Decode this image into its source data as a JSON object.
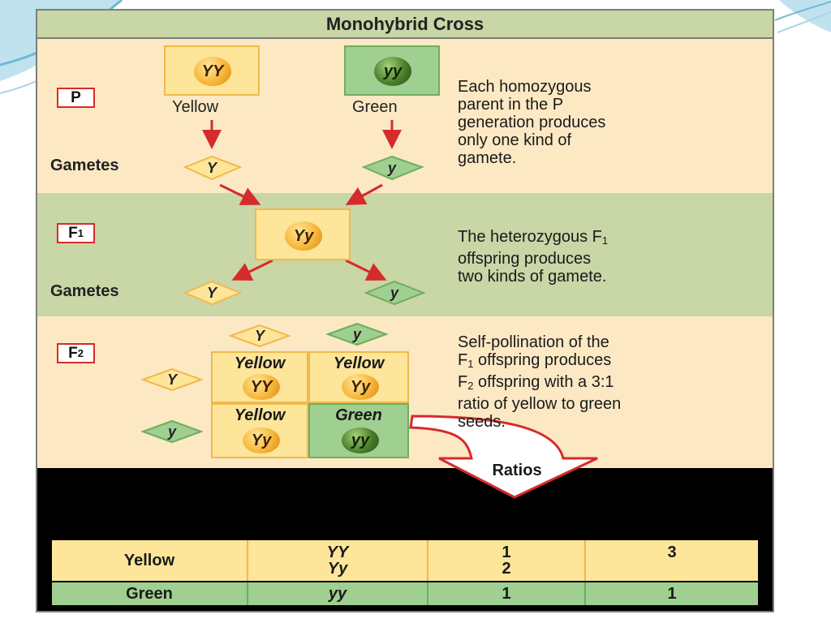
{
  "title": "Monohybrid Cross",
  "generations": {
    "p": "P",
    "f1": "F",
    "f1_sub": "1",
    "f2": "F",
    "f2_sub": "2"
  },
  "p": {
    "yellow_genotype": "YY",
    "yellow_label": "Yellow",
    "green_genotype": "yy",
    "green_label": "Green",
    "gametes_label": "Gametes",
    "gamete_yellow": "Y",
    "gamete_green": "y",
    "description": [
      "Each homozygous",
      "parent in the P",
      "generation produces",
      "only one kind of",
      "gamete."
    ]
  },
  "f1": {
    "genotype": "Yy",
    "gametes_label": "Gametes",
    "gamete_yellow": "Y",
    "gamete_green": "y",
    "description_pre": "The heterozygous F",
    "description_sub": "1",
    "description_lines": [
      "offspring produces",
      "two kinds of gamete."
    ]
  },
  "f2": {
    "top_yellow": "Y",
    "top_green": "y",
    "left_yellow": "Y",
    "left_green": "y",
    "cells": [
      {
        "name": "Yellow",
        "genotype": "YY",
        "color": "yellow"
      },
      {
        "name": "Yellow",
        "genotype": "Yy",
        "color": "yellow"
      },
      {
        "name": "Yellow",
        "genotype": "Yy",
        "color": "yellow"
      },
      {
        "name": "Green",
        "genotype": "yy",
        "color": "green"
      }
    ],
    "description_line1": "Self-pollination of the",
    "line2_pre": "F",
    "line2_sub": "1",
    "line2_post": " offspring produces",
    "line3_pre": "F",
    "line3_sub": "2",
    "line3_post": " offspring with a 3:1",
    "line4": "ratio of yellow to green",
    "line5": "seeds."
  },
  "ratios_label": "Ratios",
  "table": {
    "rows": [
      {
        "phenotype": "Yellow",
        "genotypes": [
          "YY",
          "Yy"
        ],
        "genotype_ratio": [
          "1",
          "2"
        ],
        "phenotype_ratio": "3"
      },
      {
        "phenotype": "Green",
        "genotypes": [
          "yy"
        ],
        "genotype_ratio": [
          "1"
        ],
        "phenotype_ratio": "1"
      }
    ]
  },
  "colors": {
    "yellow_fill": "#fde59a",
    "green_fill": "#9fcf91",
    "arrow": "#d62b2b",
    "header": "#c9d6a6"
  }
}
